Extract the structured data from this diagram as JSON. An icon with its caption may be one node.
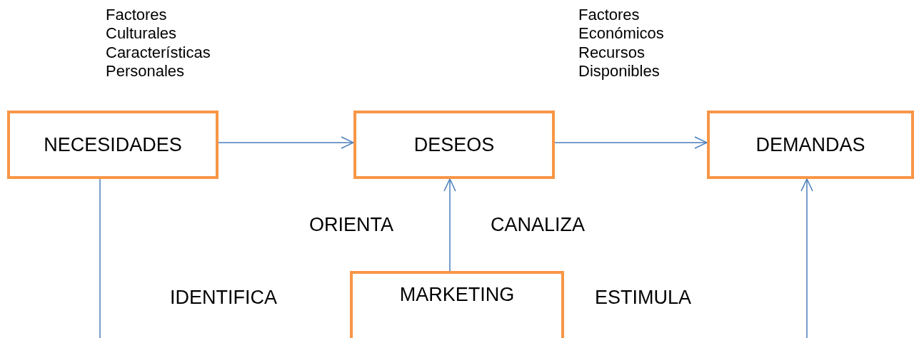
{
  "diagram": {
    "nodes": [
      {
        "text": [
          "NECESIDADES"
        ]
      },
      {
        "text": [
          "DESEOS"
        ]
      },
      {
        "text": [
          "DEMANDAS"
        ]
      },
      {
        "text": [
          "MARKETING"
        ]
      }
    ],
    "edges": [
      {
        "from": 0,
        "to": 1,
        "arrow": "to"
      },
      {
        "from": 1,
        "to": 2,
        "arrow": "to"
      },
      {
        "from": 3,
        "to": 1,
        "arrow": "to"
      },
      {
        "from": 0,
        "to": null,
        "arrow": "none"
      },
      {
        "from": null,
        "to": 2,
        "arrow": "to"
      }
    ],
    "labels": [
      "Factores Culturales Características Personales",
      "Factores Económicos Recursos Disponibles",
      "ORIENTA",
      "CANALIZA",
      "IDENTIFICA",
      "ESTIMULA"
    ]
  }
}
